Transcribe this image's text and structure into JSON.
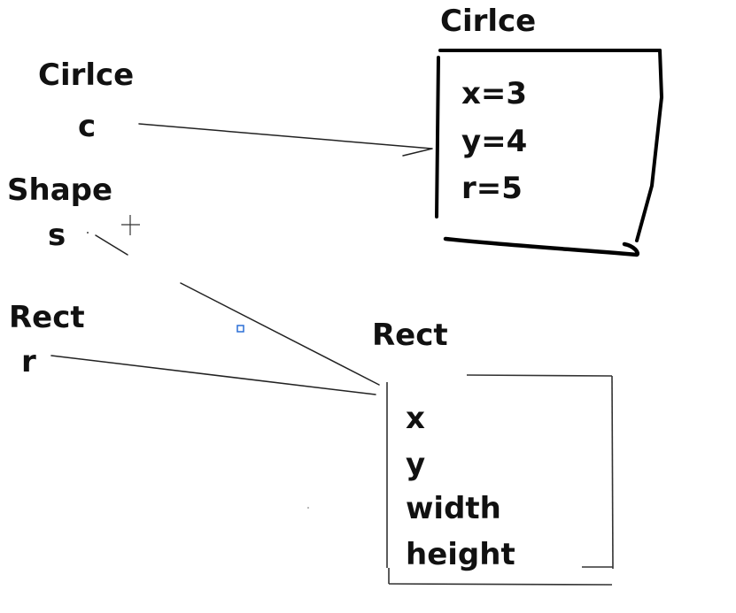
{
  "variables": [
    {
      "type": "Cirlce",
      "name": "c"
    },
    {
      "type": "Shape",
      "name": "s"
    },
    {
      "type": "Rect",
      "name": "r"
    }
  ],
  "circle_object": {
    "title": "Cirlce",
    "fields": [
      "x=3",
      "y=4",
      "r=5"
    ]
  },
  "rect_object": {
    "title": "Rect",
    "fields": [
      "x",
      "y",
      "width",
      "height"
    ]
  }
}
